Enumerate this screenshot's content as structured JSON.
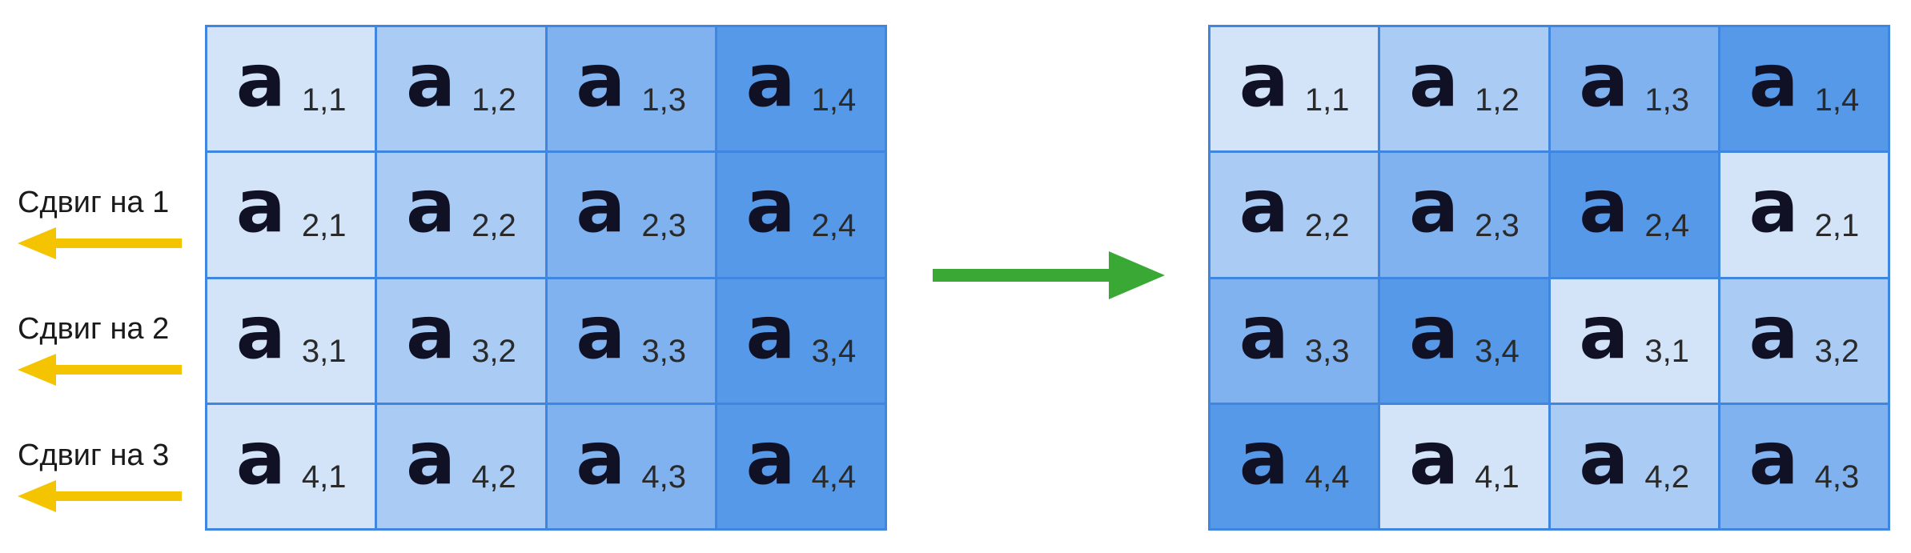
{
  "colors": {
    "border": "#3f86e0",
    "shades": [
      "#d3e4f8",
      "#a9cbf4",
      "#80b2ef",
      "#5599e8"
    ],
    "shift_arrow": "#f5c400",
    "main_arrow": "#3aa835"
  },
  "shifts": [
    {
      "label": "Сдвиг на 1"
    },
    {
      "label": "Сдвиг на 2"
    },
    {
      "label": "Сдвиг на 3"
    }
  ],
  "left_matrix": [
    [
      {
        "letter": "a",
        "index": "1,1",
        "shade": 0
      },
      {
        "letter": "a",
        "index": "1,2",
        "shade": 1
      },
      {
        "letter": "a",
        "index": "1,3",
        "shade": 2
      },
      {
        "letter": "a",
        "index": "1,4",
        "shade": 3
      }
    ],
    [
      {
        "letter": "a",
        "index": "2,1",
        "shade": 0
      },
      {
        "letter": "a",
        "index": "2,2",
        "shade": 1
      },
      {
        "letter": "a",
        "index": "2,3",
        "shade": 2
      },
      {
        "letter": "a",
        "index": "2,4",
        "shade": 3
      }
    ],
    [
      {
        "letter": "a",
        "index": "3,1",
        "shade": 0
      },
      {
        "letter": "a",
        "index": "3,2",
        "shade": 1
      },
      {
        "letter": "a",
        "index": "3,3",
        "shade": 2
      },
      {
        "letter": "a",
        "index": "3,4",
        "shade": 3
      }
    ],
    [
      {
        "letter": "a",
        "index": "4,1",
        "shade": 0
      },
      {
        "letter": "a",
        "index": "4,2",
        "shade": 1
      },
      {
        "letter": "a",
        "index": "4,3",
        "shade": 2
      },
      {
        "letter": "a",
        "index": "4,4",
        "shade": 3
      }
    ]
  ],
  "right_matrix": [
    [
      {
        "letter": "a",
        "index": "1,1",
        "shade": 0
      },
      {
        "letter": "a",
        "index": "1,2",
        "shade": 1
      },
      {
        "letter": "a",
        "index": "1,3",
        "shade": 2
      },
      {
        "letter": "a",
        "index": "1,4",
        "shade": 3
      }
    ],
    [
      {
        "letter": "a",
        "index": "2,2",
        "shade": 1
      },
      {
        "letter": "a",
        "index": "2,3",
        "shade": 2
      },
      {
        "letter": "a",
        "index": "2,4",
        "shade": 3
      },
      {
        "letter": "a",
        "index": "2,1",
        "shade": 0
      }
    ],
    [
      {
        "letter": "a",
        "index": "3,3",
        "shade": 2
      },
      {
        "letter": "a",
        "index": "3,4",
        "shade": 3
      },
      {
        "letter": "a",
        "index": "3,1",
        "shade": 0
      },
      {
        "letter": "a",
        "index": "3,2",
        "shade": 1
      }
    ],
    [
      {
        "letter": "a",
        "index": "4,4",
        "shade": 3
      },
      {
        "letter": "a",
        "index": "4,1",
        "shade": 0
      },
      {
        "letter": "a",
        "index": "4,2",
        "shade": 1
      },
      {
        "letter": "a",
        "index": "4,3",
        "shade": 2
      }
    ]
  ]
}
